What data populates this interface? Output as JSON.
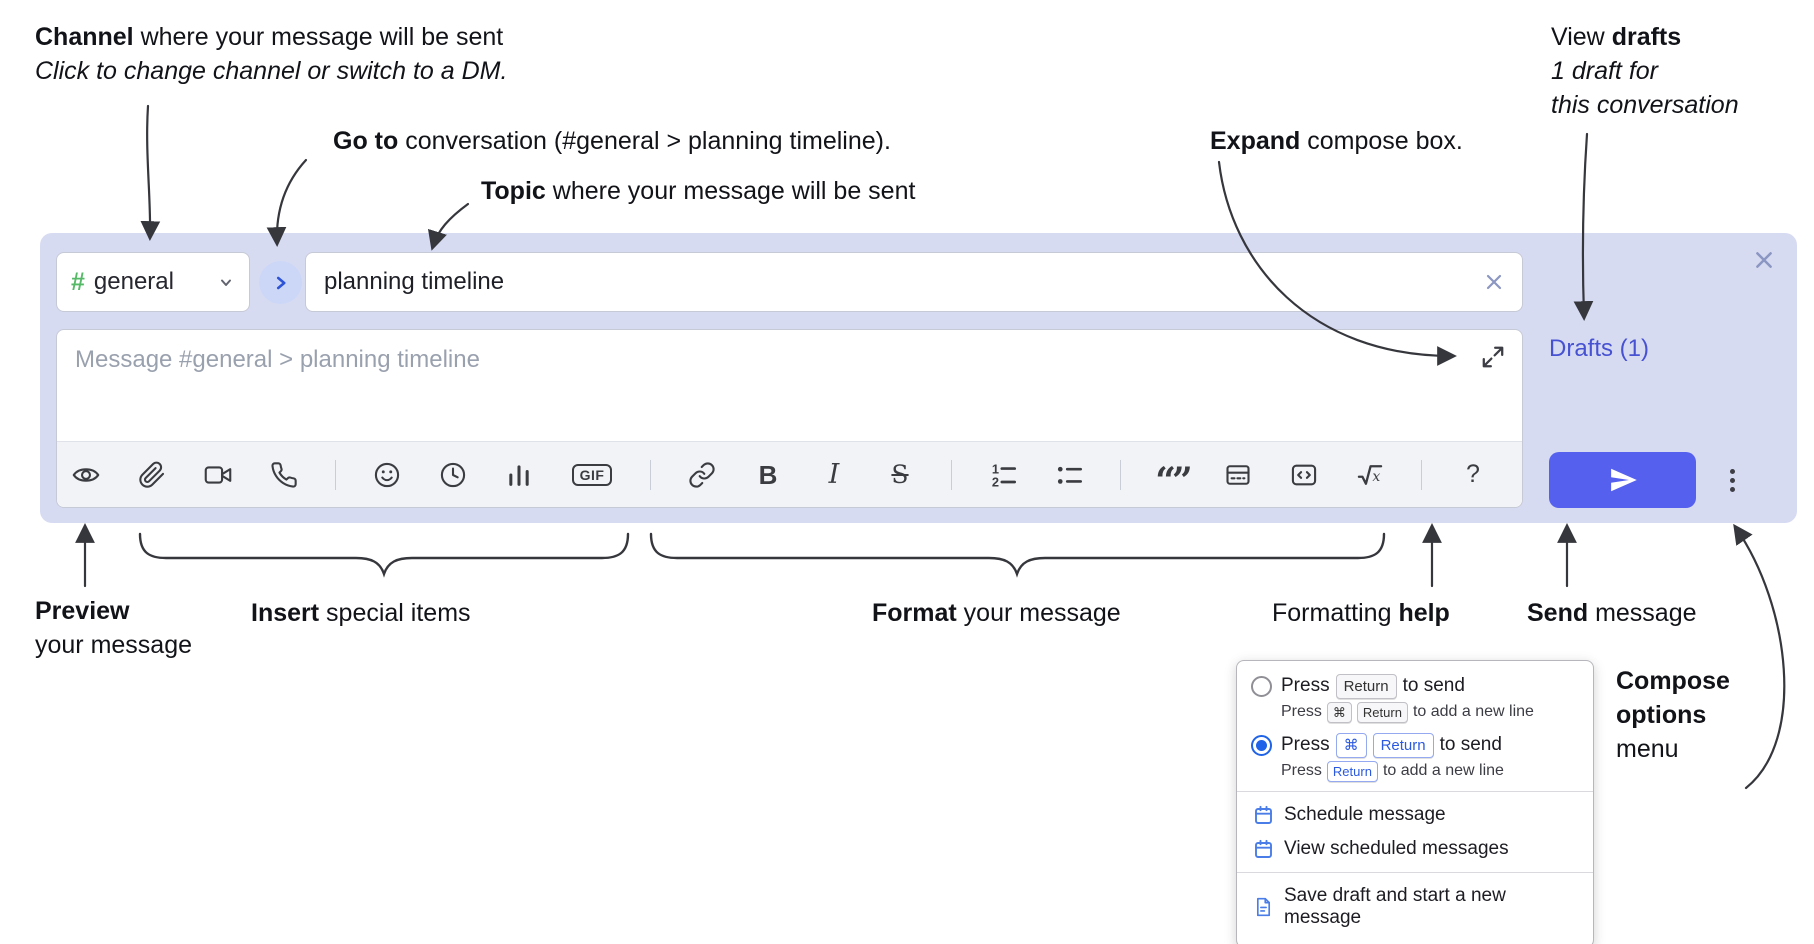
{
  "annotations": {
    "channel": {
      "bold": "Channel",
      "rest": " where your message will be sent",
      "line2": "Click to change channel or switch to a DM."
    },
    "goto": {
      "bold": "Go to",
      "rest": " conversation (#general > planning timeline)."
    },
    "topic": {
      "bold": "Topic",
      "rest": " where your message will be sent"
    },
    "expand": {
      "bold": "Expand",
      "rest": " compose box."
    },
    "drafts": {
      "pre": "View ",
      "bold": "drafts",
      "line2": "1 draft for",
      "line3": "this conversation"
    },
    "preview": {
      "bold": "Preview",
      "line2": "your message"
    },
    "insert": {
      "bold": "Insert",
      "rest": " special items"
    },
    "format": {
      "bold": "Format",
      "rest": " your message"
    },
    "help": {
      "pre": "Formatting ",
      "bold": "help"
    },
    "send": {
      "bold": "Send",
      "rest": " message"
    },
    "compose_options": {
      "line1": "Compose",
      "line2": "options",
      "line3": "menu"
    }
  },
  "compose_box": {
    "channel_hash": "#",
    "channel_name": "general",
    "topic_value": "planning timeline",
    "message_placeholder": "Message #general > planning timeline",
    "drafts_link": "Drafts (1)"
  },
  "glyphs": {
    "bold": "B",
    "italic": "I",
    "strikethrough": "S",
    "gif": "GIF",
    "quote": "“”",
    "help": "?",
    "math_x": "x",
    "num1": "1",
    "num2": "2"
  },
  "toolbar_icons": [
    "preview",
    "attach-file",
    "video-call",
    "audio-call",
    "emoji",
    "global-time",
    "poll",
    "gif",
    "link",
    "bold",
    "italic",
    "strikethrough",
    "numbered-list",
    "bulleted-list",
    "quote",
    "spoiler",
    "code",
    "math",
    "help"
  ],
  "options_menu": {
    "option1": {
      "line": {
        "pre": "Press",
        "key1": "Return",
        "post": "to send"
      },
      "sub": {
        "pre": "Press",
        "key1": "⌘",
        "key2": "Return",
        "post": "to add a new line"
      }
    },
    "option2": {
      "line": {
        "pre": "Press",
        "key1": "⌘",
        "key2": "Return",
        "post": "to send"
      },
      "sub": {
        "pre": "Press",
        "key1": "Return",
        "post": "to add a new line"
      }
    },
    "items": [
      {
        "label": "Schedule message",
        "icon": "calendar"
      },
      {
        "label": "View scheduled messages",
        "icon": "calendar"
      },
      {
        "label": "Save draft and start a new message",
        "icon": "save-draft"
      }
    ]
  },
  "colors": {
    "compose_bg": "#d7dbf2",
    "accent": "#5560ee",
    "link": "#4752d2",
    "channel_green": "#56b968",
    "key_blue": "#2b5ae0"
  }
}
